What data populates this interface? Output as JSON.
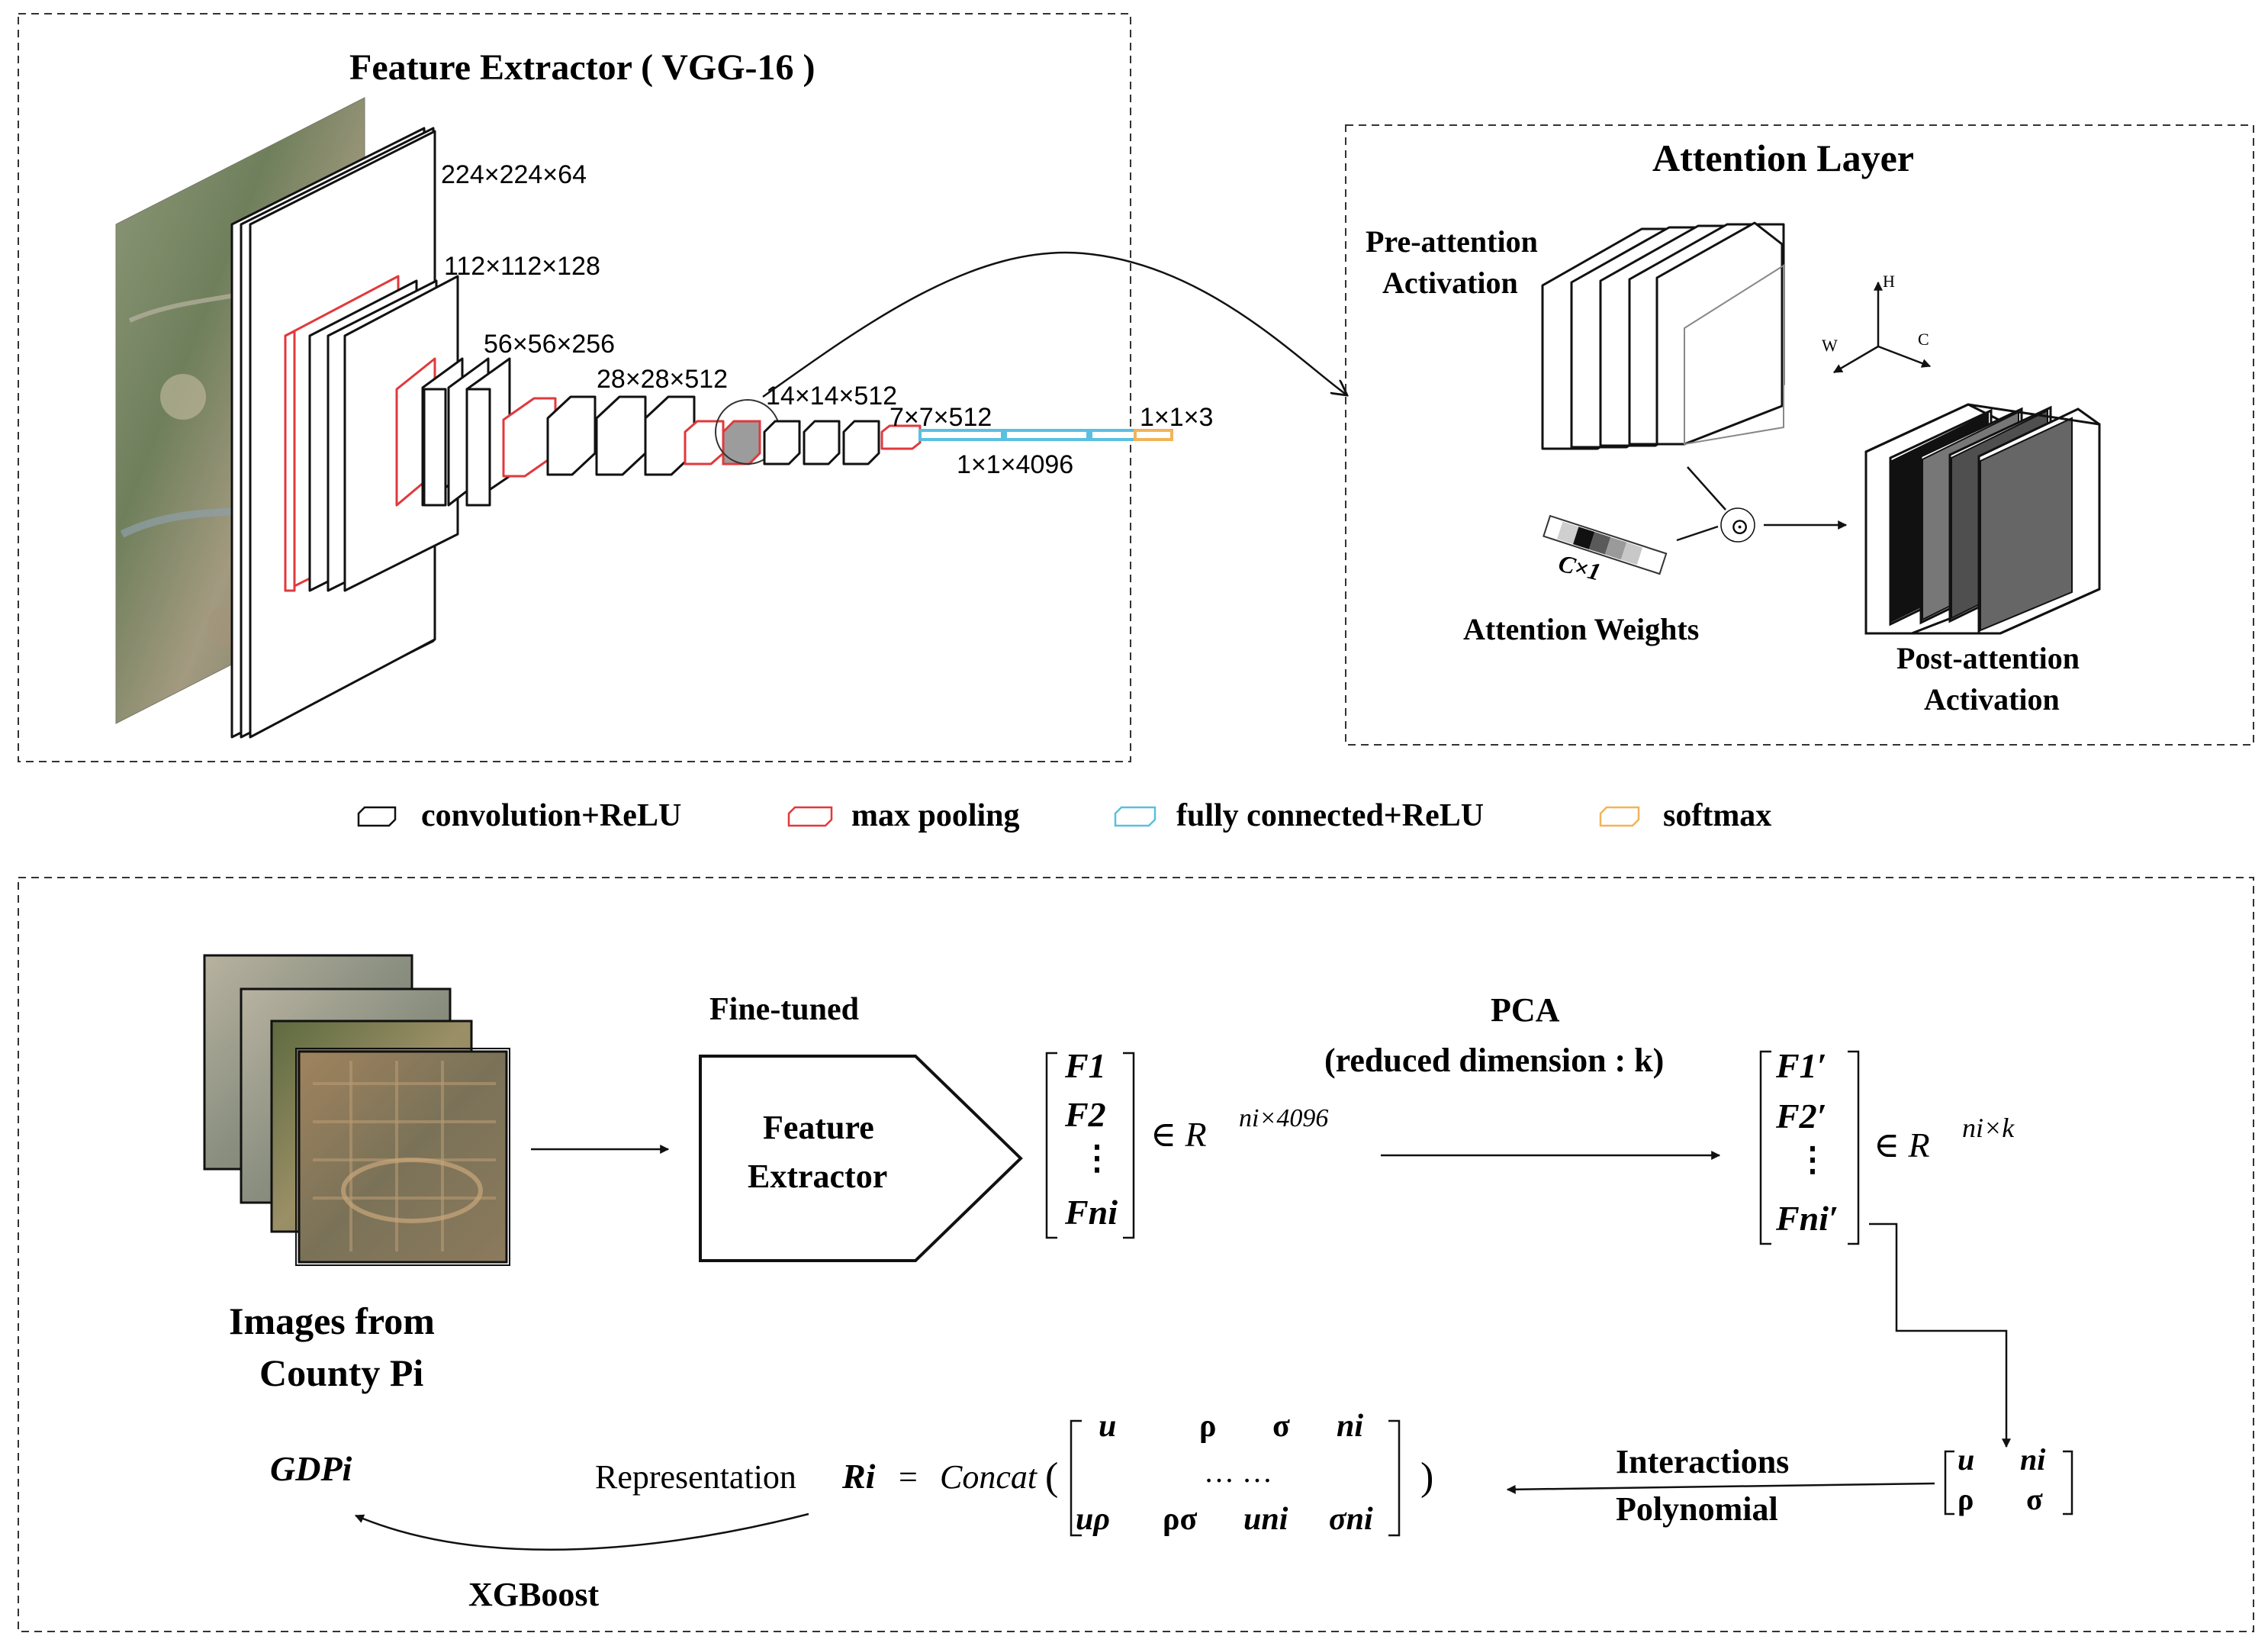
{
  "top_left": {
    "title": "Feature Extractor ( VGG-16 )",
    "dims": {
      "d1": "224×224×64",
      "d2": "112×112×128",
      "d3": "56×56×256",
      "d4": "28×28×512",
      "d5": "14×14×512",
      "d6": "7×7×512",
      "d7": "1×1×4096",
      "d8": "1×1×3"
    }
  },
  "attention": {
    "title": "Attention Layer",
    "pre_line1": "Pre-attention",
    "pre_line2": "Activation",
    "weights_label": "Attention Weights",
    "cx1": "C×1",
    "post_line1": "Post-attention",
    "post_line2": "Activation",
    "axis_h": "H",
    "axis_w": "W",
    "axis_c": "C",
    "dot": "⊙"
  },
  "legend": {
    "conv": "convolution+ReLU",
    "pool": "max pooling",
    "fc": "fully connected+ReLU",
    "softmax": "softmax",
    "colors": {
      "conv": "#111111",
      "pool": "#e0393c",
      "fc": "#5bbfe0",
      "softmax": "#f2b35a"
    }
  },
  "bottom": {
    "images_line1": "Images from",
    "images_line2": "County Pi",
    "fine_tuned": "Fine-tuned",
    "fe_line1": "Feature",
    "fe_line2": "Extractor",
    "pca": "PCA",
    "pca_sub": "(reduced dimension : k)",
    "matrix1": [
      "F1",
      "F2",
      "⋮",
      "Fni"
    ],
    "in1": "∈ R",
    "sup1": "ni×4096",
    "matrix2": [
      "F1′",
      "F2′",
      "⋮",
      "Fni′"
    ],
    "in2": "∈ R",
    "sup2": "ni×k",
    "stats_row1": [
      "u",
      "ni"
    ],
    "stats_row2": [
      "ρ",
      "σ"
    ],
    "poly_line1": "Interactions",
    "poly_line2": "Polynomial",
    "repr_word": "Representation",
    "repr_sym": "Ri",
    "repr_eq": "=",
    "concat": "Concat",
    "concat_row1": [
      "u",
      "ρ",
      "σ",
      "ni"
    ],
    "concat_dots": "… …",
    "concat_row3": [
      "uρ",
      "ρσ",
      "uni",
      "σni"
    ],
    "gdp": "GDPi",
    "xgboost": "XGBoost"
  }
}
